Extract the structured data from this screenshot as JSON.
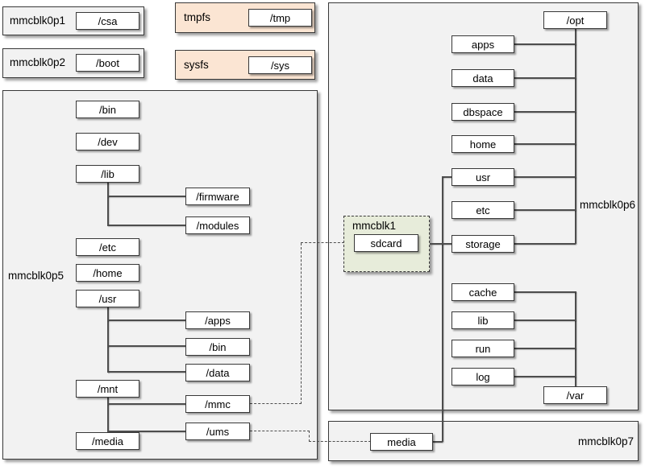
{
  "partitions": {
    "mmcblk0p1": {
      "label": "mmcblk0p1",
      "mount": "/csa"
    },
    "mmcblk0p2": {
      "label": "mmcblk0p2",
      "mount": "/boot"
    },
    "tmpfs": {
      "label": "tmpfs",
      "mount": "/tmp"
    },
    "sysfs": {
      "label": "sysfs",
      "mount": "/sys"
    },
    "mmcblk0p5": {
      "label": "mmcblk0p5",
      "dirs": {
        "bin": "/bin",
        "dev": "/dev",
        "lib": "/lib",
        "firmware": "/firmware",
        "modules": "/modules",
        "etc": "/etc",
        "home": "/home",
        "usr": "/usr",
        "usr_apps": "/apps",
        "usr_bin": "/bin",
        "usr_data": "/data",
        "mnt": "/mnt",
        "mnt_mmc": "/mmc",
        "mnt_ums": "/ums",
        "media": "/media"
      }
    },
    "mmcblk1": {
      "label": "mmcblk1",
      "mount": "sdcard"
    },
    "mmcblk0p6": {
      "label": "mmcblk0p6",
      "dirs": {
        "opt": "/opt",
        "apps": "apps",
        "data": "data",
        "dbspace": "dbspace",
        "home": "home",
        "usr": "usr",
        "etc": "etc",
        "storage": "storage",
        "cache": "cache",
        "lib": "lib",
        "run": "run",
        "log": "log",
        "var": "/var"
      }
    },
    "mmcblk0p7": {
      "label": "mmcblk0p7",
      "mount": "media"
    }
  },
  "colors": {
    "partition_fill": "#f2f2f2",
    "virtual_fs_fill": "#fbe5d3",
    "removable_fill": "#e7ecda",
    "node_fill": "#ffffff",
    "border": "#383838",
    "connector": "#4d4d4d"
  }
}
